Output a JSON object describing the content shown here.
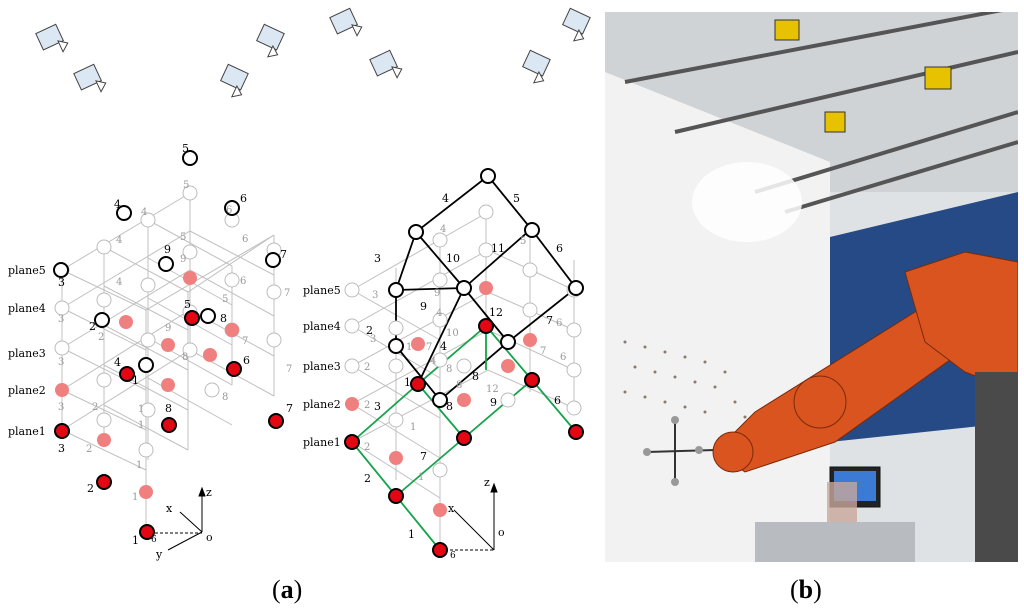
{
  "panels": {
    "a": {
      "label": "a"
    },
    "b": {
      "label": "b"
    }
  },
  "diagram_left": {
    "plane_labels": [
      "plane5",
      "plane4",
      "plane3",
      "plane2",
      "plane1"
    ],
    "black_marker_numbers": [
      "5",
      "4",
      "6",
      "9",
      "7",
      "3",
      "2",
      "5",
      "8",
      "4",
      "1",
      "6",
      "8",
      "7",
      "3",
      "2",
      "1"
    ],
    "grid_numbers": [
      "5",
      "5",
      "4",
      "6",
      "4",
      "9",
      "6",
      "3",
      "4",
      "5",
      "7",
      "3",
      "2",
      "9",
      "6",
      "7",
      "2",
      "1",
      "8",
      "7",
      "3",
      "1",
      "8",
      "2",
      "1",
      "1"
    ],
    "axes": {
      "z": "z",
      "x": "x",
      "y": "y",
      "o": "o",
      "origin_index": "6"
    }
  },
  "diagram_right": {
    "plane_labels": [
      "plane5",
      "plane4",
      "plane3",
      "plane2",
      "plane1"
    ],
    "edge_numbers": [
      "4",
      "5",
      "3",
      "10",
      "11",
      "6",
      "9",
      "2",
      "4",
      "12",
      "7",
      "1",
      "8",
      "3",
      "9",
      "8",
      "6",
      "7",
      "2",
      "1"
    ],
    "grid_numbers": [
      "4",
      "5",
      "3",
      "9",
      "4",
      "10",
      "6",
      "3",
      "2",
      "4",
      "8",
      "7",
      "2",
      "1",
      "8",
      "6",
      "2",
      "1",
      "12",
      "7",
      "1"
    ],
    "axes": {
      "z": "z",
      "x": "x",
      "o": "o",
      "origin_index": "6"
    }
  },
  "photo": {
    "description_hidden": true
  },
  "colors": {
    "red_marker": "#e30613",
    "pink_marker": "#f08080",
    "grid": "#b0b0b0",
    "green_frame": "#16a34a",
    "camera_fill": "#dbe7f3"
  }
}
